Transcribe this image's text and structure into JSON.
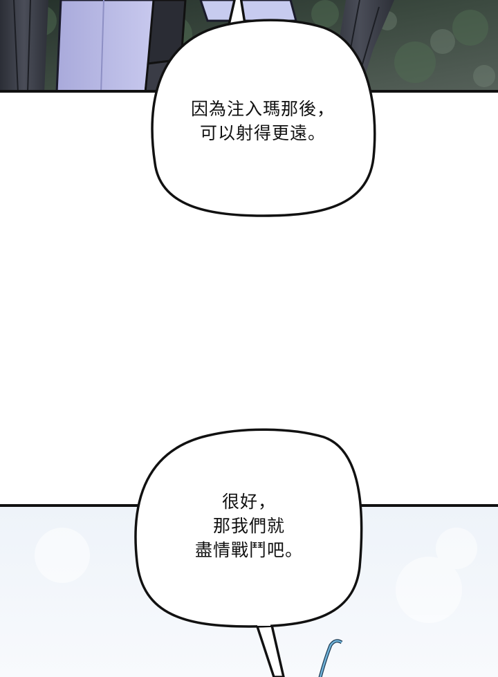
{
  "comic": {
    "bubbles": [
      {
        "lines": [
          "因為注入瑪那後，",
          "可以射得更遠。"
        ]
      },
      {
        "lines": [
          "很好，",
          "那我們就",
          "盡情戰鬥吧。"
        ]
      }
    ],
    "colors": {
      "panel_border": "#111111",
      "bubble_fill": "#ffffff",
      "bubble_stroke": "#111111",
      "forest_dark": "#2f3b33",
      "tree_bark": "#3a3d48",
      "cloak": "#bcbde6",
      "sky_pale": "#f2f6fb",
      "bow_blue": "#6fb2d8"
    }
  }
}
